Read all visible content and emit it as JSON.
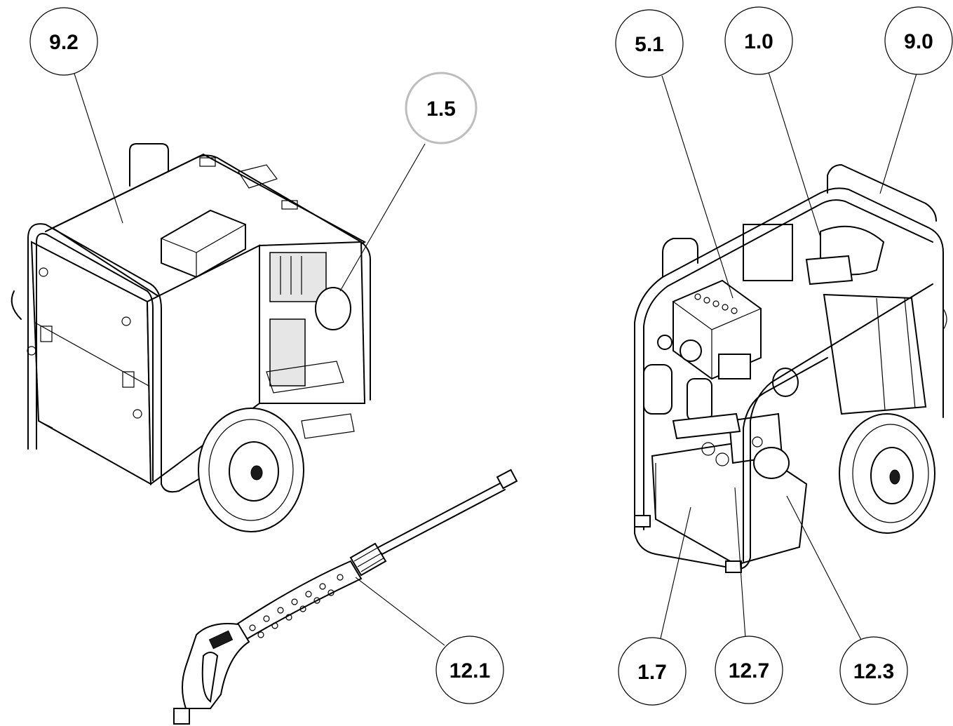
{
  "callouts": [
    {
      "id": "c92",
      "label": "9.2"
    },
    {
      "id": "c15",
      "label": "1.5"
    },
    {
      "id": "c121",
      "label": "12.1"
    },
    {
      "id": "c51",
      "label": "5.1"
    },
    {
      "id": "c10",
      "label": "1.0"
    },
    {
      "id": "c90",
      "label": "9.0"
    },
    {
      "id": "c17",
      "label": "1.7"
    },
    {
      "id": "c127",
      "label": "12.7"
    },
    {
      "id": "c123",
      "label": "12.3"
    }
  ],
  "highlighted_callout": "1.5"
}
